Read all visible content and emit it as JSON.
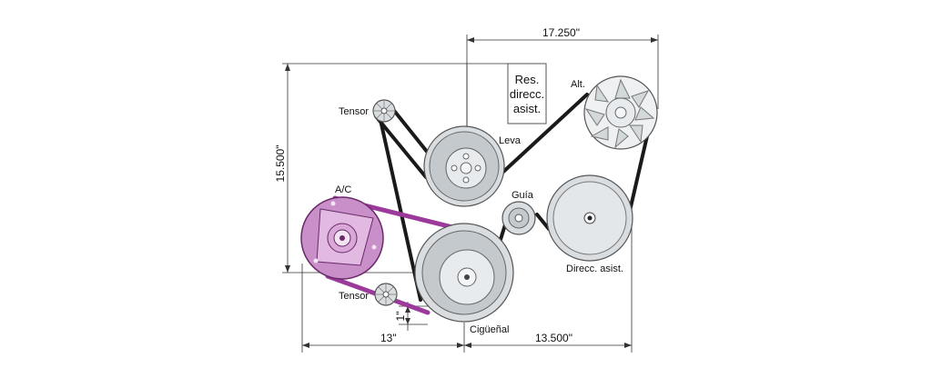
{
  "labels": {
    "tensor_top": "Tensor",
    "leva": "Leva",
    "alt": "Alt.",
    "ac": "A/C",
    "guia": "Guía",
    "direcc_asist": "Direcc. asist.",
    "tensor_bottom": "Tensor",
    "ciguenal": "Cigüeñal"
  },
  "reservoir_box": {
    "line1": "Res.",
    "line2": "direcc.",
    "line3": "asist."
  },
  "dimensions": {
    "top_width": "17.250\"",
    "left_height": "15.500\"",
    "bottom_left": "13\"",
    "bottom_right": "13.500\"",
    "small_offset": "1\""
  },
  "colors": {
    "belt_main": "#1a1a1a",
    "belt_ac": "#9b3a9b",
    "ac_pulley": "#c98fc9",
    "pulley": "#d9dde0"
  }
}
